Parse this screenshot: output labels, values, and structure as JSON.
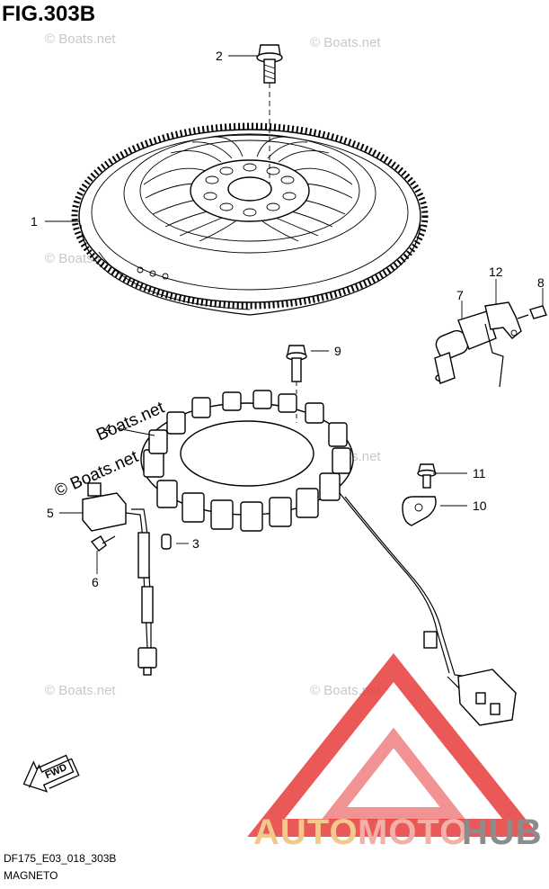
{
  "figure": {
    "title": "FIG.303B",
    "model_code": "DF175_E03_018_303B",
    "name": "MAGNETO"
  },
  "callouts": [
    "1",
    "2",
    "3",
    "4",
    "5",
    "6",
    "7",
    "8",
    "9",
    "10",
    "11",
    "12"
  ],
  "fwd_label": "FWD",
  "watermarks": {
    "faint": "© Boats.net",
    "strong_a": "Boats.net",
    "strong_b": "© Boats.net"
  },
  "brand": {
    "part_a": "AUTO",
    "part_b": "MOTO",
    "part_c": "HUB",
    "colors": {
      "auto": "#f2c98c",
      "moto": "#f2b0a6",
      "hub": "#8c8c8c",
      "triangle": "#e63b3b"
    }
  }
}
